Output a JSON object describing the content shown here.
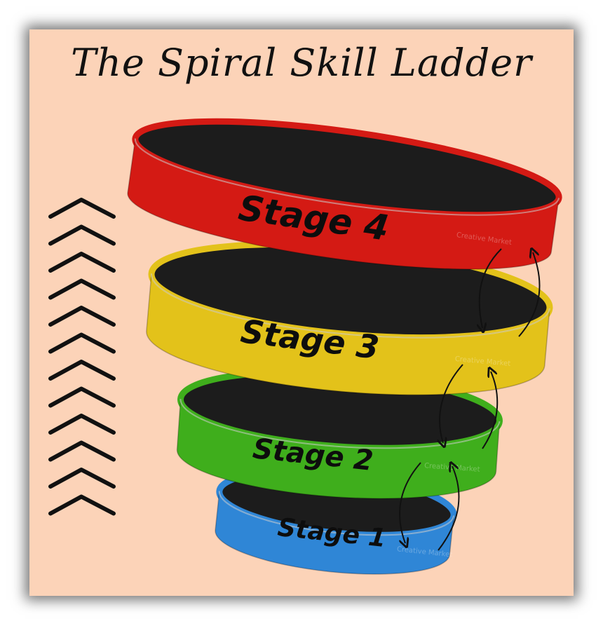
{
  "title": "The Spiral Skill Ladder",
  "stages": [
    {
      "label": "Stage 4",
      "color": "#d41a14"
    },
    {
      "label": "Stage 3",
      "color": "#e3c21a"
    },
    {
      "label": "Stage 2",
      "color": "#3fae1c"
    },
    {
      "label": "Stage 1",
      "color": "#2f86d6"
    }
  ],
  "watermark": "Creative Market",
  "colors": {
    "background": "#fcd3b8",
    "interior": "#1c1c1c",
    "chevrons": "#111111"
  }
}
